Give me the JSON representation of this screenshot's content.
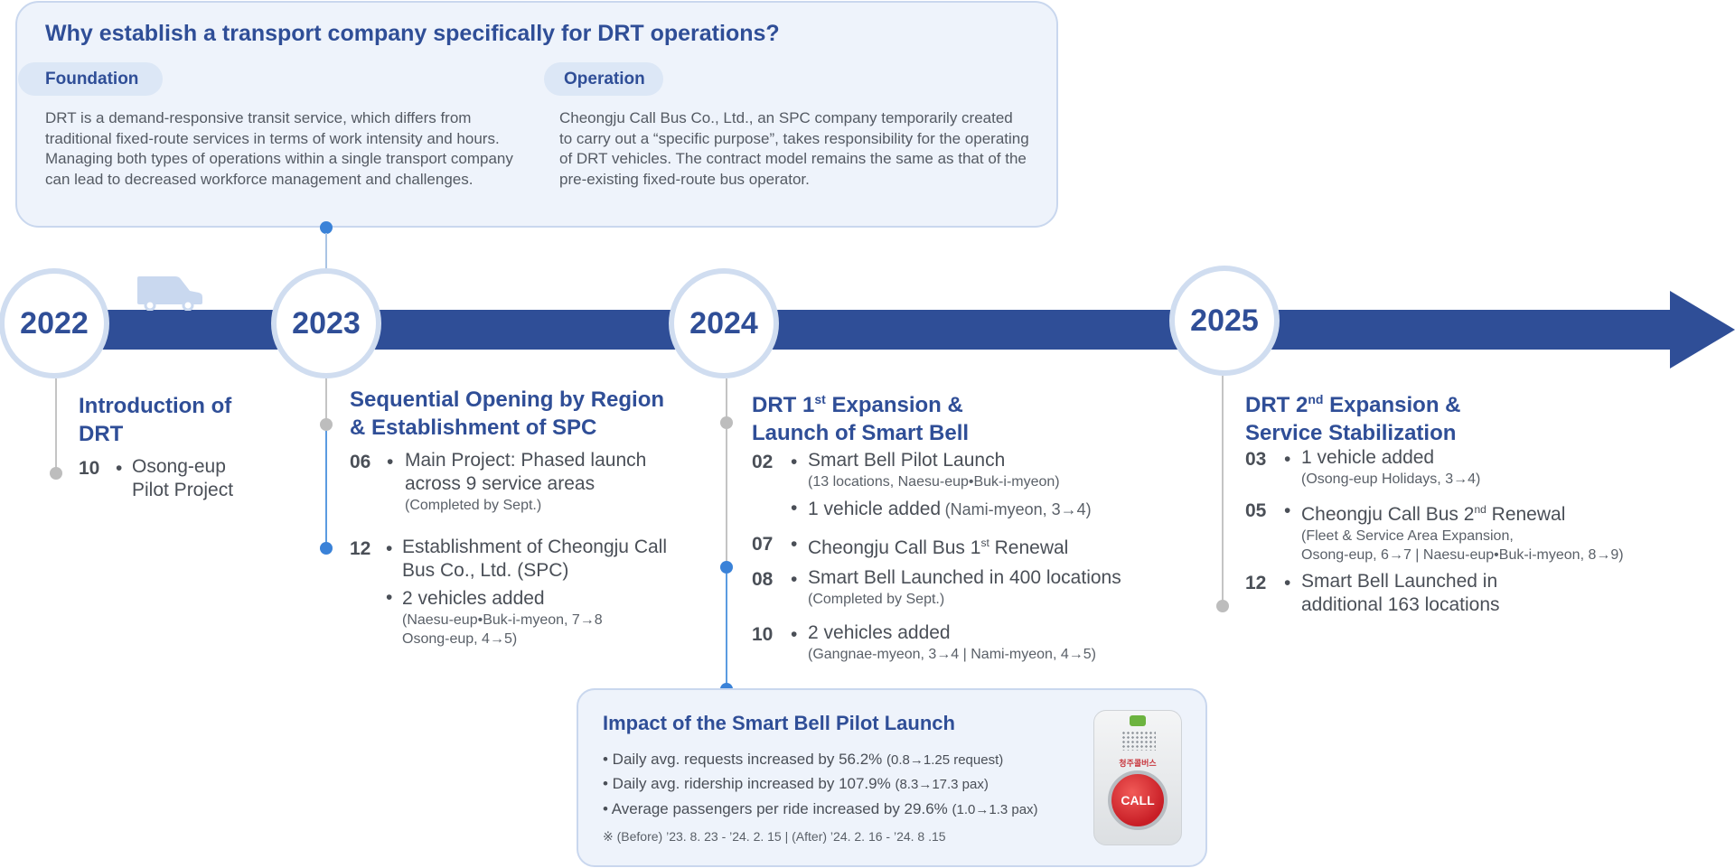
{
  "why": {
    "title": "Why establish a transport company specifically for DRT operations?",
    "foundation_label": "Foundation",
    "foundation_text": "DRT is a demand-responsive transit service, which differs from traditional fixed-route services in terms of work intensity and hours. Managing both types of operations within a single transport company can lead to decreased workforce management and challenges.",
    "operation_label": "Operation",
    "operation_text": "Cheongju Call Bus Co., Ltd., an SPC company temporarily created to carry out a “specific purpose”, takes responsibility for the operating of DRT vehicles. The contract model remains the same as that of the pre-existing fixed-route bus operator."
  },
  "timeline": {
    "y2022": {
      "year": "2022",
      "title_l1": "Introduction of",
      "title_l2": "DRT",
      "m1": "10",
      "m1_l1": "Osong-eup",
      "m1_l2": "Pilot Project"
    },
    "y2023": {
      "year": "2023",
      "title_l1": "Sequential Opening by Region",
      "title_l2": "& Establishment of SPC",
      "m1": "06",
      "m1_l1": "Main Project: Phased launch",
      "m1_l2": "across 9 service areas",
      "m1_sub": "(Completed by Sept.)",
      "m2": "12",
      "m2_l1": "Establishment of Cheongju Call",
      "m2_l2": "Bus Co., Ltd. (SPC)",
      "m2_b2": "2 vehicles added",
      "m2_sub1": "(Naesu-eup•Buk-i-myeon, 7→8",
      "m2_sub2": "Osong-eup, 4→5)"
    },
    "y2024": {
      "year": "2024",
      "title_l1a": "DRT 1",
      "title_l1_sup": "st",
      "title_l1b": " Expansion &",
      "title_l2": "Launch of Smart Bell",
      "m1": "02",
      "m1_b1": "Smart Bell Pilot Launch",
      "m1_sub": "(13 locations, Naesu-eup•Buk-i-myeon)",
      "m1_b2": "1 vehicle added",
      "m1_b2_sub": "(Nami-myeon, 3→4)",
      "m2": "07",
      "m2_b1a": "Cheongju Call Bus 1",
      "m2_b1_sup": "st",
      "m2_b1b": " Renewal",
      "m3": "08",
      "m3_b1": "Smart Bell Launched in 400 locations",
      "m3_sub": "(Completed by Sept.)",
      "m4": "10",
      "m4_b1": "2 vehicles added",
      "m4_sub": "(Gangnae-myeon, 3→4 | Nami-myeon, 4→5)"
    },
    "y2025": {
      "year": "2025",
      "title_l1a": "DRT 2",
      "title_l1_sup": "nd",
      "title_l1b": " Expansion &",
      "title_l2": "Service Stabilization",
      "m1": "03",
      "m1_b1": "1 vehicle added",
      "m1_sub": "(Osong-eup Holidays, 3→4)",
      "m2": "05",
      "m2_b1a": "Cheongju Call Bus 2",
      "m2_b1_sup": "nd",
      "m2_b1b": " Renewal",
      "m2_sub1": "(Fleet & Service Area Expansion,",
      "m2_sub2": "Osong-eup, 6→7 | Naesu-eup•Buk-i-myeon, 8→9)",
      "m3": "12",
      "m3_l1": "Smart Bell Launched in",
      "m3_l2": "additional 163 locations"
    }
  },
  "impact": {
    "title": "Impact of the Smart Bell Pilot Launch",
    "l1": "• Daily avg. requests increased by 56.2%",
    "l1_small": "(0.8→1.25 request)",
    "l2": "• Daily avg. ridership increased by 107.9%",
    "l2_small": "(8.3→17.3 pax)",
    "l3": "• Average passengers per ride increased by 29.6%",
    "l3_small": "(1.0→1.3 pax)",
    "note": "※ (Before) ’23. 8. 23 - ’24. 2. 15 | (After) ’24. 2. 16 - ’24. 8 .15"
  },
  "device": {
    "button_label": "CALL",
    "brand": "청주콜버스"
  },
  "icons": {
    "van": "van-icon"
  },
  "colors": {
    "primary": "#2f4e97",
    "accent_blue": "#3a82d8",
    "box_bg": "#eef3fb",
    "call_red": "#d92b31"
  }
}
